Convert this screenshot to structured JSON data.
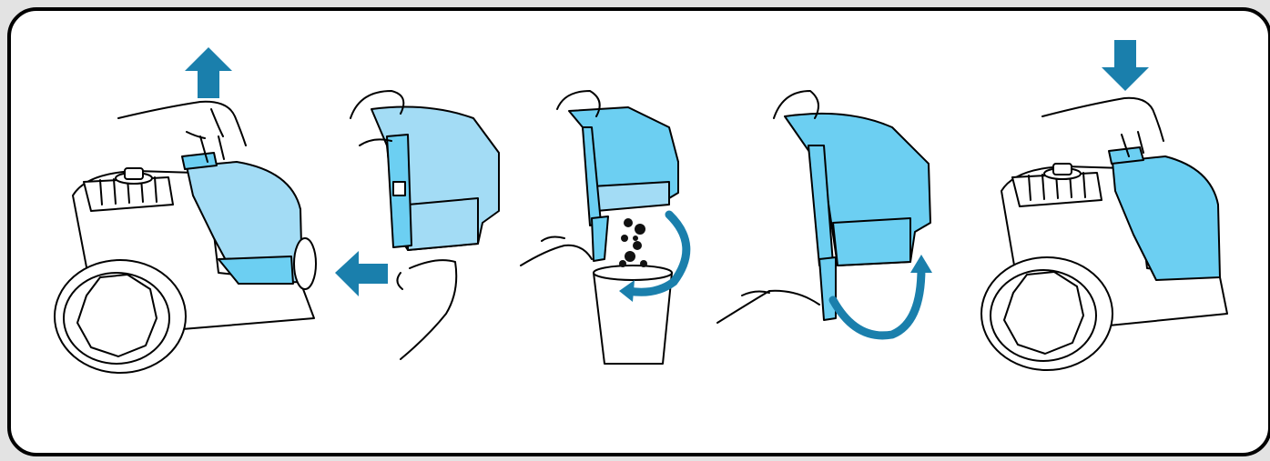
{
  "colors": {
    "background": "#e3e3e3",
    "panel": "#ffffff",
    "outline": "#000000",
    "arrow": "#1a7fac",
    "container_fill": "#a3dcf5",
    "container_fill_dark": "#6ccff2",
    "dust": "#111111"
  },
  "steps": [
    {
      "name": "lift-handle",
      "icon": "arrow-up-icon"
    },
    {
      "name": "pull-out-container",
      "icon": "arrow-left-icon"
    },
    {
      "name": "empty-into-bin",
      "icon": "curved-arrow-icon"
    },
    {
      "name": "close-bottom-lid",
      "icon": "curved-arrow-up-icon"
    },
    {
      "name": "insert-container",
      "icon": "arrow-down-icon"
    }
  ]
}
